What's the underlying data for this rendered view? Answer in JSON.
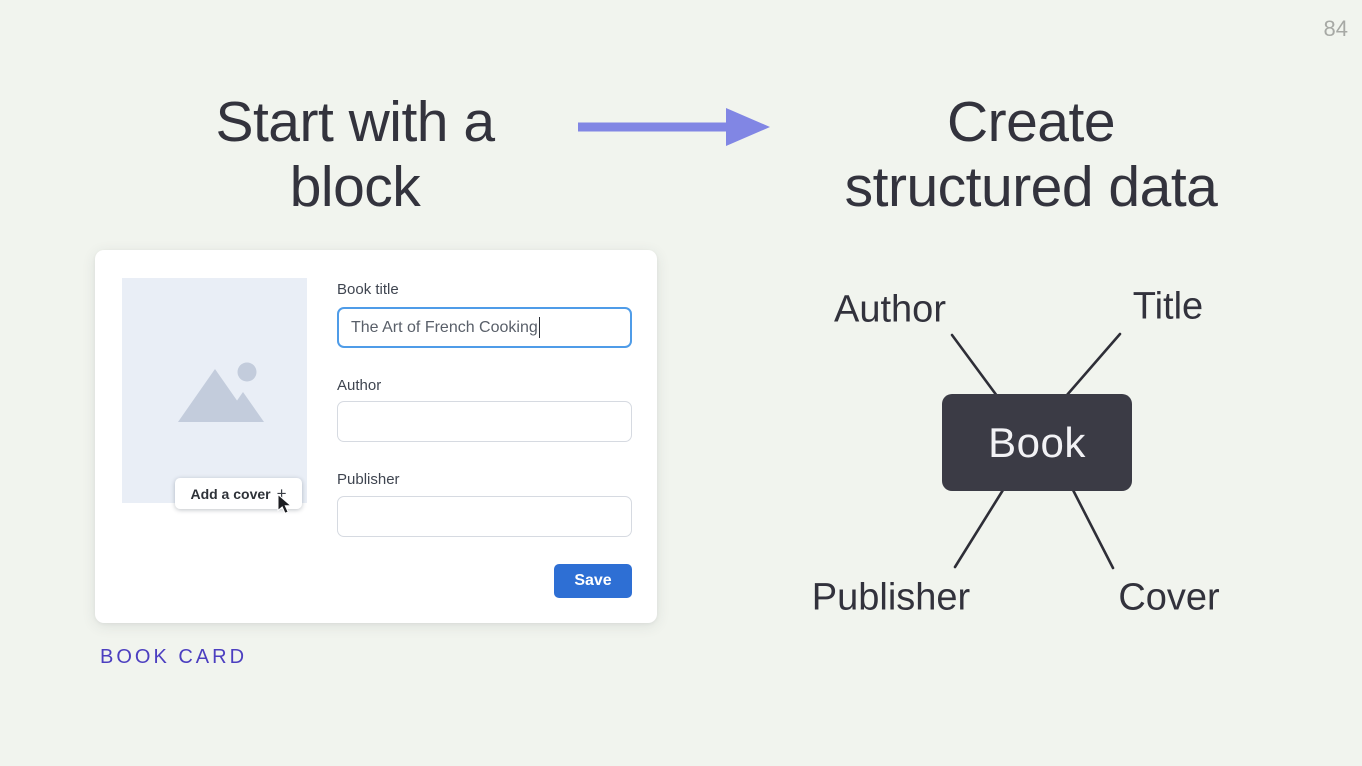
{
  "page": {
    "number": "84"
  },
  "left_section": {
    "heading_line1": "Start with a",
    "heading_line2": "block",
    "caption": "BOOK CARD"
  },
  "right_section": {
    "heading_line1": "Create",
    "heading_line2": "structured data"
  },
  "card": {
    "cover_button_label": "Add a cover",
    "cover_button_plus": "+",
    "fields": [
      {
        "label": "Book title",
        "value": "The Art of French Cooking",
        "state": "focused"
      },
      {
        "label": "Author",
        "value": ""
      },
      {
        "label": "Publisher",
        "value": ""
      }
    ],
    "save_label": "Save"
  },
  "diagram": {
    "node_label": "Book",
    "labels": {
      "top_left": "Author",
      "top_right": "Title",
      "bottom_left": "Publisher",
      "bottom_right": "Cover"
    },
    "edges": [
      [
        "Book",
        "Author"
      ],
      [
        "Book",
        "Title"
      ],
      [
        "Book",
        "Publisher"
      ],
      [
        "Book",
        "Cover"
      ]
    ]
  },
  "colors": {
    "background": "#f1f4ee",
    "heading_text": "#33333d",
    "arrow_accent": "#8186e4",
    "node_background": "#3b3b45",
    "node_text": "#f2f2f5",
    "caption_accent": "#4c3fc0",
    "save_button": "#2e6fd4",
    "focused_border": "#4f9ce8",
    "input_border": "#d6dae1",
    "cover_background": "#e9eef6",
    "cover_icon": "#c3ccdc",
    "page_number": "#a7a9a5"
  }
}
